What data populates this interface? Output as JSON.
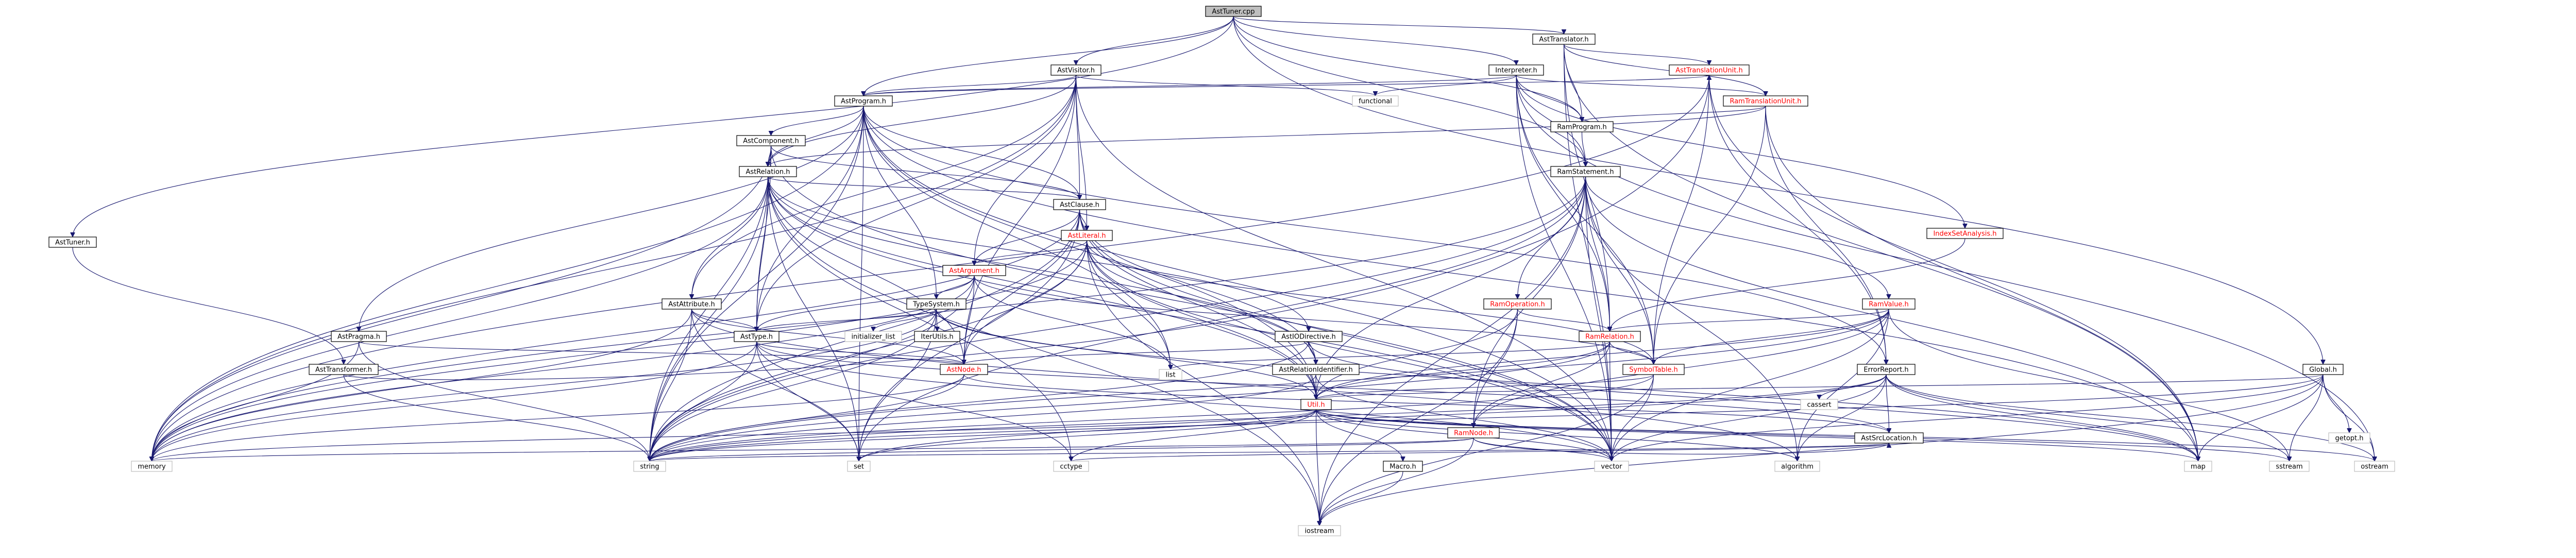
{
  "graph": {
    "nodes": [
      {
        "id": "AstTuner_cpp",
        "label": "AstTuner.cpp",
        "kind": "root",
        "link": "black"
      },
      {
        "id": "AstTranslator_h",
        "label": "AstTranslator.h",
        "kind": "doc",
        "link": "black"
      },
      {
        "id": "AstTranslationUnit_h",
        "label": "AstTranslationUnit.h",
        "kind": "doc",
        "link": "red"
      },
      {
        "id": "Interpreter_h",
        "label": "Interpreter.h",
        "kind": "doc",
        "link": "black"
      },
      {
        "id": "AstVisitor_h",
        "label": "AstVisitor.h",
        "kind": "doc",
        "link": "black"
      },
      {
        "id": "RamTranslationUnit_h",
        "label": "RamTranslationUnit.h",
        "kind": "doc",
        "link": "red"
      },
      {
        "id": "AstProgram_h",
        "label": "AstProgram.h",
        "kind": "doc",
        "link": "black"
      },
      {
        "id": "functional",
        "label": "functional",
        "kind": "ext",
        "link": "black"
      },
      {
        "id": "RamProgram_h",
        "label": "RamProgram.h",
        "kind": "doc",
        "link": "black"
      },
      {
        "id": "AstTuner_h",
        "label": "AstTuner.h",
        "kind": "doc",
        "link": "black"
      },
      {
        "id": "AstComponent_h",
        "label": "AstComponent.h",
        "kind": "doc",
        "link": "black"
      },
      {
        "id": "RamStatement_h",
        "label": "RamStatement.h",
        "kind": "doc",
        "link": "black"
      },
      {
        "id": "AstRelation_h",
        "label": "AstRelation.h",
        "kind": "doc",
        "link": "black"
      },
      {
        "id": "AstClause_h",
        "label": "AstClause.h",
        "kind": "doc",
        "link": "black"
      },
      {
        "id": "IndexSetAnalysis_h",
        "label": "IndexSetAnalysis.h",
        "kind": "doc",
        "link": "red"
      },
      {
        "id": "AstLiteral_h",
        "label": "AstLiteral.h",
        "kind": "doc",
        "link": "red"
      },
      {
        "id": "AstArgument_h",
        "label": "AstArgument.h",
        "kind": "doc",
        "link": "red"
      },
      {
        "id": "RamOperation_h",
        "label": "RamOperation.h",
        "kind": "doc",
        "link": "red"
      },
      {
        "id": "RamValue_h",
        "label": "RamValue.h",
        "kind": "doc",
        "link": "red"
      },
      {
        "id": "AstAttribute_h",
        "label": "AstAttribute.h",
        "kind": "doc",
        "link": "black"
      },
      {
        "id": "TypeSystem_h",
        "label": "TypeSystem.h",
        "kind": "doc",
        "link": "black"
      },
      {
        "id": "AstPragma_h",
        "label": "AstPragma.h",
        "kind": "doc",
        "link": "black"
      },
      {
        "id": "AstType_h",
        "label": "AstType.h",
        "kind": "doc",
        "link": "black"
      },
      {
        "id": "initializer_list",
        "label": "initializer_list",
        "kind": "ext",
        "link": "black"
      },
      {
        "id": "IterUtils_h",
        "label": "IterUtils.h",
        "kind": "doc",
        "link": "black"
      },
      {
        "id": "AstIODirective_h",
        "label": "AstIODirective.h",
        "kind": "doc",
        "link": "black"
      },
      {
        "id": "RamRelation_h",
        "label": "RamRelation.h",
        "kind": "doc",
        "link": "red"
      },
      {
        "id": "ErrorReport_h",
        "label": "ErrorReport.h",
        "kind": "doc",
        "link": "black"
      },
      {
        "id": "Global_h",
        "label": "Global.h",
        "kind": "doc",
        "link": "black"
      },
      {
        "id": "AstRelationIdentifier_h",
        "label": "AstRelationIdentifier.h",
        "kind": "doc",
        "link": "black"
      },
      {
        "id": "list",
        "label": "list",
        "kind": "ext",
        "link": "black"
      },
      {
        "id": "AstTransformer_h",
        "label": "AstTransformer.h",
        "kind": "doc",
        "link": "black"
      },
      {
        "id": "AstNode_h",
        "label": "AstNode.h",
        "kind": "doc",
        "link": "red"
      },
      {
        "id": "SymbolTable_h",
        "label": "SymbolTable.h",
        "kind": "doc",
        "link": "red"
      },
      {
        "id": "Util_h",
        "label": "Util.h",
        "kind": "doc",
        "link": "red"
      },
      {
        "id": "RamNode_h",
        "label": "RamNode.h",
        "kind": "doc",
        "link": "red"
      },
      {
        "id": "cassert",
        "label": "cassert",
        "kind": "ext",
        "link": "black"
      },
      {
        "id": "AstSrcLocation_h",
        "label": "AstSrcLocation.h",
        "kind": "doc",
        "link": "black"
      },
      {
        "id": "getopt_h",
        "label": "getopt.h",
        "kind": "ext",
        "link": "black"
      },
      {
        "id": "memory",
        "label": "memory",
        "kind": "ext",
        "link": "black"
      },
      {
        "id": "string",
        "label": "string",
        "kind": "ext",
        "link": "black"
      },
      {
        "id": "set",
        "label": "set",
        "kind": "ext",
        "link": "black"
      },
      {
        "id": "cctype",
        "label": "cctype",
        "kind": "ext",
        "link": "black"
      },
      {
        "id": "vector",
        "label": "vector",
        "kind": "ext",
        "link": "black"
      },
      {
        "id": "algorithm",
        "label": "algorithm",
        "kind": "ext",
        "link": "black"
      },
      {
        "id": "map",
        "label": "map",
        "kind": "ext",
        "link": "black"
      },
      {
        "id": "sstream",
        "label": "sstream",
        "kind": "ext",
        "link": "black"
      },
      {
        "id": "ostream",
        "label": "ostream",
        "kind": "ext",
        "link": "black"
      },
      {
        "id": "Macro_h",
        "label": "Macro.h",
        "kind": "doc",
        "link": "black"
      },
      {
        "id": "iostream",
        "label": "iostream",
        "kind": "ext",
        "link": "black"
      }
    ],
    "edges": [
      [
        "AstTuner_cpp",
        "AstTranslator_h"
      ],
      [
        "AstTuner_cpp",
        "AstVisitor_h"
      ],
      [
        "AstTuner_cpp",
        "AstProgram_h"
      ],
      [
        "AstTuner_cpp",
        "AstTuner_h"
      ],
      [
        "AstTuner_cpp",
        "RamProgram_h"
      ],
      [
        "AstTuner_cpp",
        "RamStatement_h"
      ],
      [
        "AstTuner_cpp",
        "Interpreter_h"
      ],
      [
        "AstTuner_cpp",
        "Global_h"
      ],
      [
        "AstTranslator_h",
        "AstTranslationUnit_h"
      ],
      [
        "AstTranslator_h",
        "RamTranslationUnit_h"
      ],
      [
        "AstTranslator_h",
        "RamProgram_h"
      ],
      [
        "AstTranslator_h",
        "RamRelation_h"
      ],
      [
        "AstTranslator_h",
        "map"
      ],
      [
        "AstTranslator_h",
        "vector"
      ],
      [
        "AstTranslationUnit_h",
        "AstProgram_h"
      ],
      [
        "AstTranslationUnit_h",
        "ErrorReport_h"
      ],
      [
        "AstTranslationUnit_h",
        "SymbolTable_h"
      ],
      [
        "AstTranslationUnit_h",
        "memory"
      ],
      [
        "AstTranslationUnit_h",
        "map"
      ],
      [
        "Interpreter_h",
        "RamTranslationUnit_h"
      ],
      [
        "Interpreter_h",
        "RamProgram_h"
      ],
      [
        "Interpreter_h",
        "RamStatement_h"
      ],
      [
        "Interpreter_h",
        "RamRelation_h"
      ],
      [
        "Interpreter_h",
        "IndexSetAnalysis_h"
      ],
      [
        "Interpreter_h",
        "SymbolTable_h"
      ],
      [
        "Interpreter_h",
        "functional"
      ],
      [
        "Interpreter_h",
        "AstProgram_h"
      ],
      [
        "Interpreter_h",
        "vector"
      ],
      [
        "Interpreter_h",
        "ostream"
      ],
      [
        "AstVisitor_h",
        "AstProgram_h"
      ],
      [
        "AstVisitor_h",
        "AstRelation_h"
      ],
      [
        "AstVisitor_h",
        "AstClause_h"
      ],
      [
        "AstVisitor_h",
        "AstLiteral_h"
      ],
      [
        "AstVisitor_h",
        "AstArgument_h"
      ],
      [
        "AstVisitor_h",
        "AstAttribute_h"
      ],
      [
        "AstVisitor_h",
        "AstType_h"
      ],
      [
        "AstVisitor_h",
        "AstNode_h"
      ],
      [
        "AstVisitor_h",
        "functional"
      ],
      [
        "AstVisitor_h",
        "memory"
      ],
      [
        "AstVisitor_h",
        "vector"
      ],
      [
        "RamTranslationUnit_h",
        "RamProgram_h"
      ],
      [
        "RamTranslationUnit_h",
        "ErrorReport_h"
      ],
      [
        "RamTranslationUnit_h",
        "SymbolTable_h"
      ],
      [
        "RamTranslationUnit_h",
        "map"
      ],
      [
        "RamTranslationUnit_h",
        "AstRelation_h"
      ],
      [
        "AstProgram_h",
        "AstComponent_h"
      ],
      [
        "AstProgram_h",
        "AstRelation_h"
      ],
      [
        "AstProgram_h",
        "AstClause_h"
      ],
      [
        "AstProgram_h",
        "AstPragma_h"
      ],
      [
        "AstProgram_h",
        "AstType_h"
      ],
      [
        "AstProgram_h",
        "TypeSystem_h"
      ],
      [
        "AstProgram_h",
        "ErrorReport_h"
      ],
      [
        "AstProgram_h",
        "Util_h"
      ],
      [
        "AstProgram_h",
        "map"
      ],
      [
        "AstProgram_h",
        "list"
      ],
      [
        "AstProgram_h",
        "memory"
      ],
      [
        "AstProgram_h",
        "string"
      ],
      [
        "AstProgram_h",
        "set"
      ],
      [
        "AstProgram_h",
        "vector"
      ],
      [
        "RamProgram_h",
        "RamStatement_h"
      ],
      [
        "AstTuner_h",
        "AstTransformer_h"
      ],
      [
        "AstComponent_h",
        "AstRelation_h"
      ],
      [
        "AstComponent_h",
        "AstClause_h"
      ],
      [
        "AstComponent_h",
        "AstType_h"
      ],
      [
        "AstComponent_h",
        "memory"
      ],
      [
        "AstComponent_h",
        "string"
      ],
      [
        "AstComponent_h",
        "vector"
      ],
      [
        "RamStatement_h",
        "RamOperation_h"
      ],
      [
        "RamStatement_h",
        "RamRelation_h"
      ],
      [
        "RamStatement_h",
        "RamValue_h"
      ],
      [
        "RamStatement_h",
        "RamNode_h"
      ],
      [
        "RamStatement_h",
        "SymbolTable_h"
      ],
      [
        "RamStatement_h",
        "Util_h"
      ],
      [
        "RamStatement_h",
        "algorithm"
      ],
      [
        "RamStatement_h",
        "memory"
      ],
      [
        "RamStatement_h",
        "string"
      ],
      [
        "RamStatement_h",
        "vector"
      ],
      [
        "RamStatement_h",
        "map"
      ],
      [
        "RamStatement_h",
        "set"
      ],
      [
        "RamStatement_h",
        "iostream"
      ],
      [
        "AstRelation_h",
        "AstClause_h"
      ],
      [
        "AstRelation_h",
        "AstAttribute_h"
      ],
      [
        "AstRelation_h",
        "AstIODirective_h"
      ],
      [
        "AstRelation_h",
        "AstRelationIdentifier_h"
      ],
      [
        "AstRelation_h",
        "AstType_h"
      ],
      [
        "AstRelation_h",
        "AstNode_h"
      ],
      [
        "AstRelation_h",
        "Util_h"
      ],
      [
        "AstRelation_h",
        "memory"
      ],
      [
        "AstRelation_h",
        "string"
      ],
      [
        "AstRelation_h",
        "set"
      ],
      [
        "AstRelation_h",
        "vector"
      ],
      [
        "AstRelation_h",
        "cctype"
      ],
      [
        "AstRelation_h",
        "iostream"
      ],
      [
        "AstClause_h",
        "AstLiteral_h"
      ],
      [
        "AstClause_h",
        "AstArgument_h"
      ],
      [
        "AstClause_h",
        "AstRelationIdentifier_h"
      ],
      [
        "AstClause_h",
        "AstNode_h"
      ],
      [
        "AstClause_h",
        "Util_h"
      ],
      [
        "AstClause_h",
        "memory"
      ],
      [
        "AstClause_h",
        "string"
      ],
      [
        "AstClause_h",
        "set"
      ],
      [
        "AstClause_h",
        "vector"
      ],
      [
        "IndexSetAnalysis_h",
        "RamRelation_h"
      ],
      [
        "AstLiteral_h",
        "AstArgument_h"
      ],
      [
        "AstLiteral_h",
        "AstRelationIdentifier_h"
      ],
      [
        "AstLiteral_h",
        "AstNode_h"
      ],
      [
        "AstLiteral_h",
        "SymbolTable_h"
      ],
      [
        "AstLiteral_h",
        "Util_h"
      ],
      [
        "AstLiteral_h",
        "list"
      ],
      [
        "AstLiteral_h",
        "iostream"
      ],
      [
        "AstLiteral_h",
        "memory"
      ],
      [
        "AstLiteral_h",
        "string"
      ],
      [
        "AstLiteral_h",
        "vector"
      ],
      [
        "AstArgument_h",
        "TypeSystem_h"
      ],
      [
        "AstArgument_h",
        "AstType_h"
      ],
      [
        "AstArgument_h",
        "AstNode_h"
      ],
      [
        "AstArgument_h",
        "SymbolTable_h"
      ],
      [
        "AstArgument_h",
        "list"
      ],
      [
        "AstArgument_h",
        "memory"
      ],
      [
        "AstArgument_h",
        "string"
      ],
      [
        "RamOperation_h",
        "RamNode_h"
      ],
      [
        "RamOperation_h",
        "RamRelation_h"
      ],
      [
        "RamOperation_h",
        "Util_h"
      ],
      [
        "RamOperation_h",
        "iostream"
      ],
      [
        "RamValue_h",
        "RamRelation_h"
      ],
      [
        "RamValue_h",
        "SymbolTable_h"
      ],
      [
        "RamValue_h",
        "Util_h"
      ],
      [
        "RamValue_h",
        "RamNode_h"
      ],
      [
        "RamValue_h",
        "algorithm"
      ],
      [
        "RamValue_h",
        "sstream"
      ],
      [
        "RamValue_h",
        "string"
      ],
      [
        "RamValue_h",
        "vector"
      ],
      [
        "AstAttribute_h",
        "AstType_h"
      ],
      [
        "AstAttribute_h",
        "AstNode_h"
      ],
      [
        "AstAttribute_h",
        "memory"
      ],
      [
        "AstAttribute_h",
        "string"
      ],
      [
        "AstAttribute_h",
        "set"
      ],
      [
        "AstAttribute_h",
        "ctype"
      ],
      [
        "AstAttribute_h",
        "algorithm"
      ],
      [
        "TypeSystem_h",
        "AstType_h"
      ],
      [
        "TypeSystem_h",
        "Util_h"
      ],
      [
        "TypeSystem_h",
        "IterUtils_h"
      ],
      [
        "TypeSystem_h",
        "initializer_list"
      ],
      [
        "TypeSystem_h",
        "memory"
      ],
      [
        "TypeSystem_h",
        "map"
      ],
      [
        "TypeSystem_h",
        "string"
      ],
      [
        "TypeSystem_h",
        "set"
      ],
      [
        "AstPragma_h",
        "AstNode_h"
      ],
      [
        "AstPragma_h",
        "memory"
      ],
      [
        "AstPragma_h",
        "string"
      ],
      [
        "AstType_h",
        "AstNode_h"
      ],
      [
        "AstType_h",
        "AstSrcLocation_h"
      ],
      [
        "AstType_h",
        "memory"
      ],
      [
        "AstType_h",
        "set"
      ],
      [
        "AstType_h",
        "string"
      ],
      [
        "AstType_h",
        "vector"
      ],
      [
        "AstType_h",
        "cctype"
      ],
      [
        "AstIODirective_h",
        "AstRelationIdentifier_h"
      ],
      [
        "AstIODirective_h",
        "AstNode_h"
      ],
      [
        "AstIODirective_h",
        "string"
      ],
      [
        "AstIODirective_h",
        "map"
      ],
      [
        "RamRelation_h",
        "RamNode_h"
      ],
      [
        "RamRelation_h",
        "SymbolTable_h"
      ],
      [
        "RamRelation_h",
        "Util_h"
      ],
      [
        "RamRelation_h",
        "list"
      ],
      [
        "RamRelation_h",
        "vector"
      ],
      [
        "RamRelation_h",
        "string"
      ],
      [
        "ErrorReport_h",
        "AstSrcLocation_h"
      ],
      [
        "ErrorReport_h",
        "cassert"
      ],
      [
        "ErrorReport_h",
        "algorithm"
      ],
      [
        "ErrorReport_h",
        "set"
      ],
      [
        "ErrorReport_h",
        "string"
      ],
      [
        "ErrorReport_h",
        "vector"
      ],
      [
        "ErrorReport_h",
        "map"
      ],
      [
        "ErrorReport_h",
        "sstream"
      ],
      [
        "ErrorReport_h",
        "ostream"
      ],
      [
        "Global_h",
        "Util_h"
      ],
      [
        "Global_h",
        "getopt_h"
      ],
      [
        "Global_h",
        "map"
      ],
      [
        "Global_h",
        "string"
      ],
      [
        "Global_h",
        "vector"
      ],
      [
        "Global_h",
        "sstream"
      ],
      [
        "Global_h",
        "ostream"
      ],
      [
        "Global_h",
        "iostream"
      ],
      [
        "AstRelationIdentifier_h",
        "Util_h"
      ],
      [
        "AstRelationIdentifier_h",
        "string"
      ],
      [
        "AstRelationIdentifier_h",
        "vector"
      ],
      [
        "AstTransformer_h",
        "AstTranslationUnit_h"
      ],
      [
        "AstTransformer_h",
        "string"
      ],
      [
        "AstNode_h",
        "AstSrcLocation_h"
      ],
      [
        "AstNode_h",
        "memory"
      ],
      [
        "AstNode_h",
        "string"
      ],
      [
        "SymbolTable_h",
        "Util_h"
      ],
      [
        "SymbolTable_h",
        "vector"
      ],
      [
        "SymbolTable_h",
        "string"
      ],
      [
        "SymbolTable_h",
        "iostream"
      ],
      [
        "Util_h",
        "Macro_h"
      ],
      [
        "Util_h",
        "memory"
      ],
      [
        "Util_h",
        "string"
      ],
      [
        "Util_h",
        "set"
      ],
      [
        "Util_h",
        "vector"
      ],
      [
        "Util_h",
        "algorithm"
      ],
      [
        "Util_h",
        "map"
      ],
      [
        "Util_h",
        "sstream"
      ],
      [
        "Util_h",
        "ostream"
      ],
      [
        "Util_h",
        "iostream"
      ],
      [
        "Util_h",
        "cctype"
      ],
      [
        "RamNode_h",
        "AstSrcLocation_h"
      ],
      [
        "RamNode_h",
        "memory"
      ],
      [
        "RamNode_h",
        "string"
      ],
      [
        "RamNode_h",
        "vector"
      ],
      [
        "RamNode_h",
        "iostream"
      ],
      [
        "AstSrcLocation_h",
        "string"
      ],
      [
        "AstSrcLocation_h",
        "cctype"
      ],
      [
        "Macro_h",
        "iostream"
      ]
    ]
  }
}
